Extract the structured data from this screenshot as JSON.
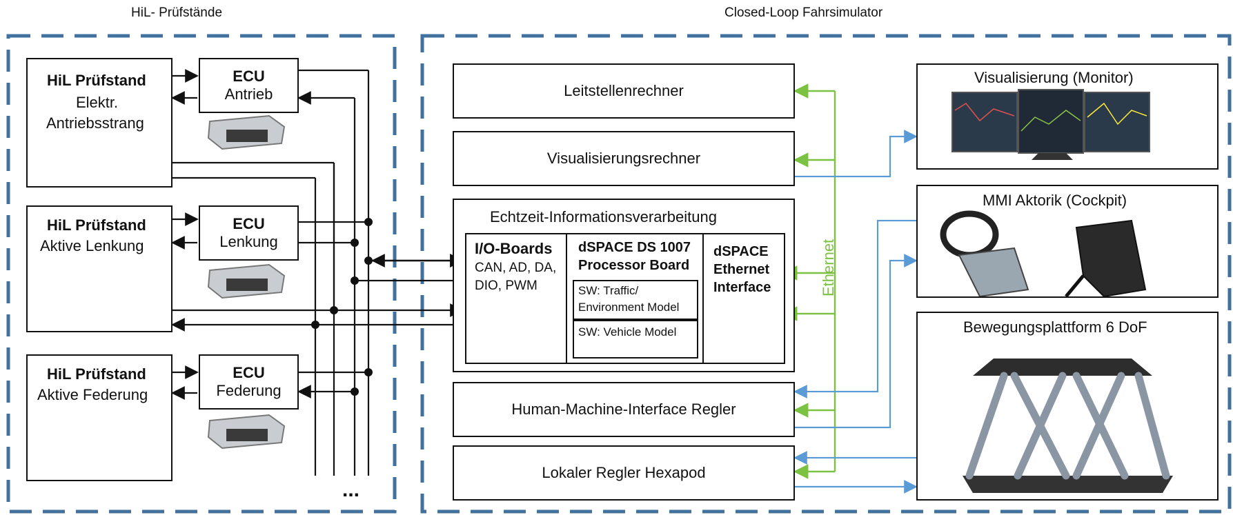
{
  "sections": {
    "left_title": "HiL- Prüfstände",
    "right_title": "Closed-Loop Fahrsimulator"
  },
  "hil": [
    {
      "title": "HiL Prüfstand",
      "line1": "Elektr.",
      "line2": "Antriebsstrang",
      "ecu_title": "ECU",
      "ecu_name": "Antrieb"
    },
    {
      "title": "HiL Prüfstand",
      "line1": "Aktive Lenkung",
      "line2": "",
      "ecu_title": "ECU",
      "ecu_name": "Lenkung"
    },
    {
      "title": "HiL Prüfstand",
      "line1": "Aktive Federung",
      "line2": "",
      "ecu_title": "ECU",
      "ecu_name": "Federung"
    }
  ],
  "ellipsis": "...",
  "center": {
    "leitstelle": "Leitstellenrechner",
    "visrechner": "Visualisierungsrechner",
    "echtzeit": "Echtzeit-Informationsverarbeitung",
    "io_title": "I/O-Boards",
    "io_lines": [
      "CAN, AD, DA,",
      "DIO, PWM"
    ],
    "ds_title1": "dSPACE DS 1007",
    "ds_title2": "Processor Board",
    "sw1_l1": "SW: Traffic/",
    "sw1_l2": "Environment Model",
    "sw2": "SW: Vehicle Model",
    "eth_l1": "dSPACE",
    "eth_l2": "Ethernet",
    "eth_l3": "Interface",
    "hmi": "Human-Machine-Interface Regler",
    "hexapod": "Lokaler Regler Hexapod"
  },
  "ethernet_label": "Ethernet",
  "right": {
    "vis": "Visualisierung (Monitor)",
    "mmi": "MMI Aktorik (Cockpit)",
    "bewegung": "Bewegungsplattform 6 DoF"
  },
  "colors": {
    "dashed_border": "#41719c",
    "ethernet": "#7cc242",
    "blue_line": "#5b9bd5",
    "black_line": "#111111"
  }
}
